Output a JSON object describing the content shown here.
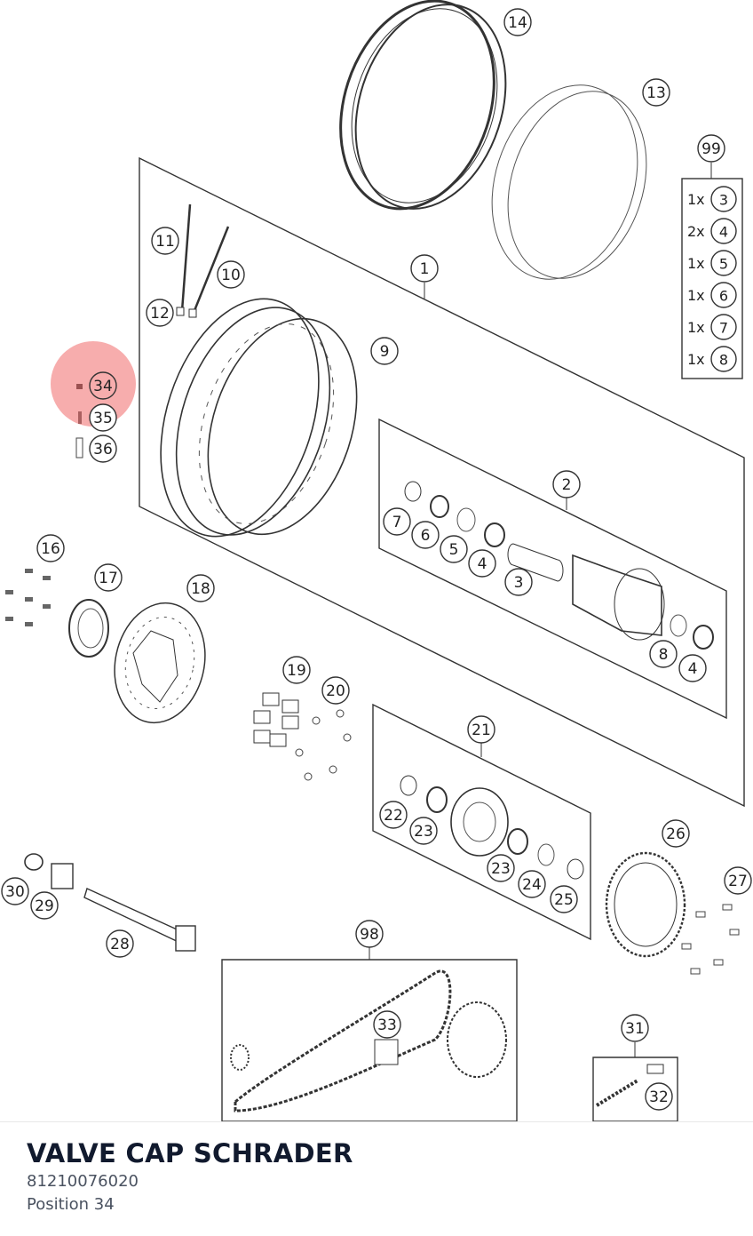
{
  "diagram": {
    "callouts": [
      "1",
      "2",
      "3",
      "4",
      "5",
      "6",
      "7",
      "8",
      "9",
      "10",
      "11",
      "12",
      "13",
      "14",
      "16",
      "17",
      "18",
      "19",
      "20",
      "21",
      "22",
      "23",
      "24",
      "25",
      "26",
      "27",
      "28",
      "29",
      "30",
      "31",
      "32",
      "33",
      "34",
      "35",
      "36",
      "98",
      "99"
    ],
    "kit_99": [
      {
        "qty": "1x",
        "ref": "3"
      },
      {
        "qty": "2x",
        "ref": "4"
      },
      {
        "qty": "1x",
        "ref": "5"
      },
      {
        "qty": "1x",
        "ref": "6"
      },
      {
        "qty": "1x",
        "ref": "7"
      },
      {
        "qty": "1x",
        "ref": "8"
      }
    ],
    "hub_1_refs": [
      "7",
      "6",
      "5",
      "4",
      "3",
      "8",
      "4"
    ],
    "hub_21_refs": [
      "22",
      "23",
      "23",
      "24",
      "25"
    ],
    "highlighted_position": "34",
    "highlight_color": "#f06a6a"
  },
  "part": {
    "name": "VALVE CAP SCHRADER",
    "number": "81210076020",
    "position_label": "Position 34"
  }
}
